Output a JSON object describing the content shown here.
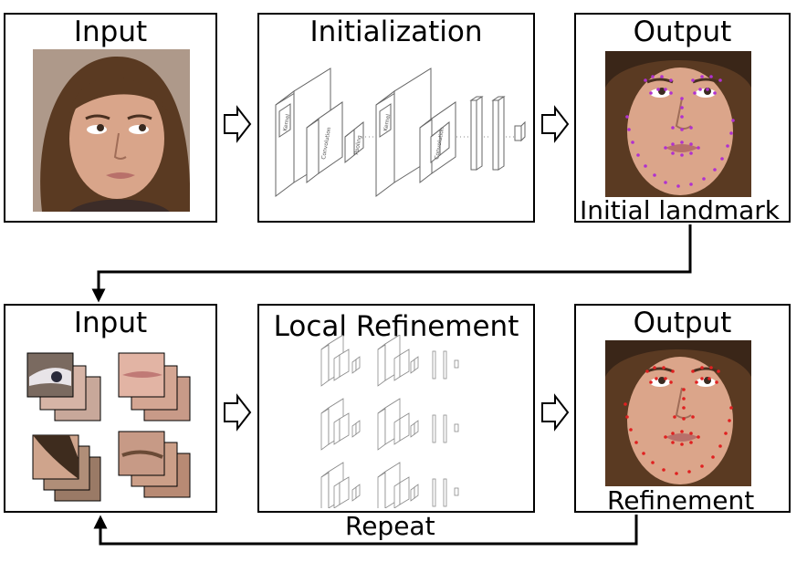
{
  "top_row": {
    "input_title": "Input",
    "init_title": "Initialization",
    "output_title": "Output",
    "output_caption": "Initial landmark",
    "cnn_labels": {
      "kernel": "Kernel",
      "convolution": "Convolution",
      "pooling": "Pooling"
    }
  },
  "bottom_row": {
    "input_title": "Input",
    "refine_title": "Local Refinement",
    "output_title": "Output",
    "output_caption": "Refinement"
  },
  "loop_label": "Repeat",
  "colors": {
    "initial_landmark_dots": "#b030d0",
    "refined_landmark_dots": "#e02020",
    "skin": "#d9a58a",
    "hair": "#5a3a22"
  }
}
